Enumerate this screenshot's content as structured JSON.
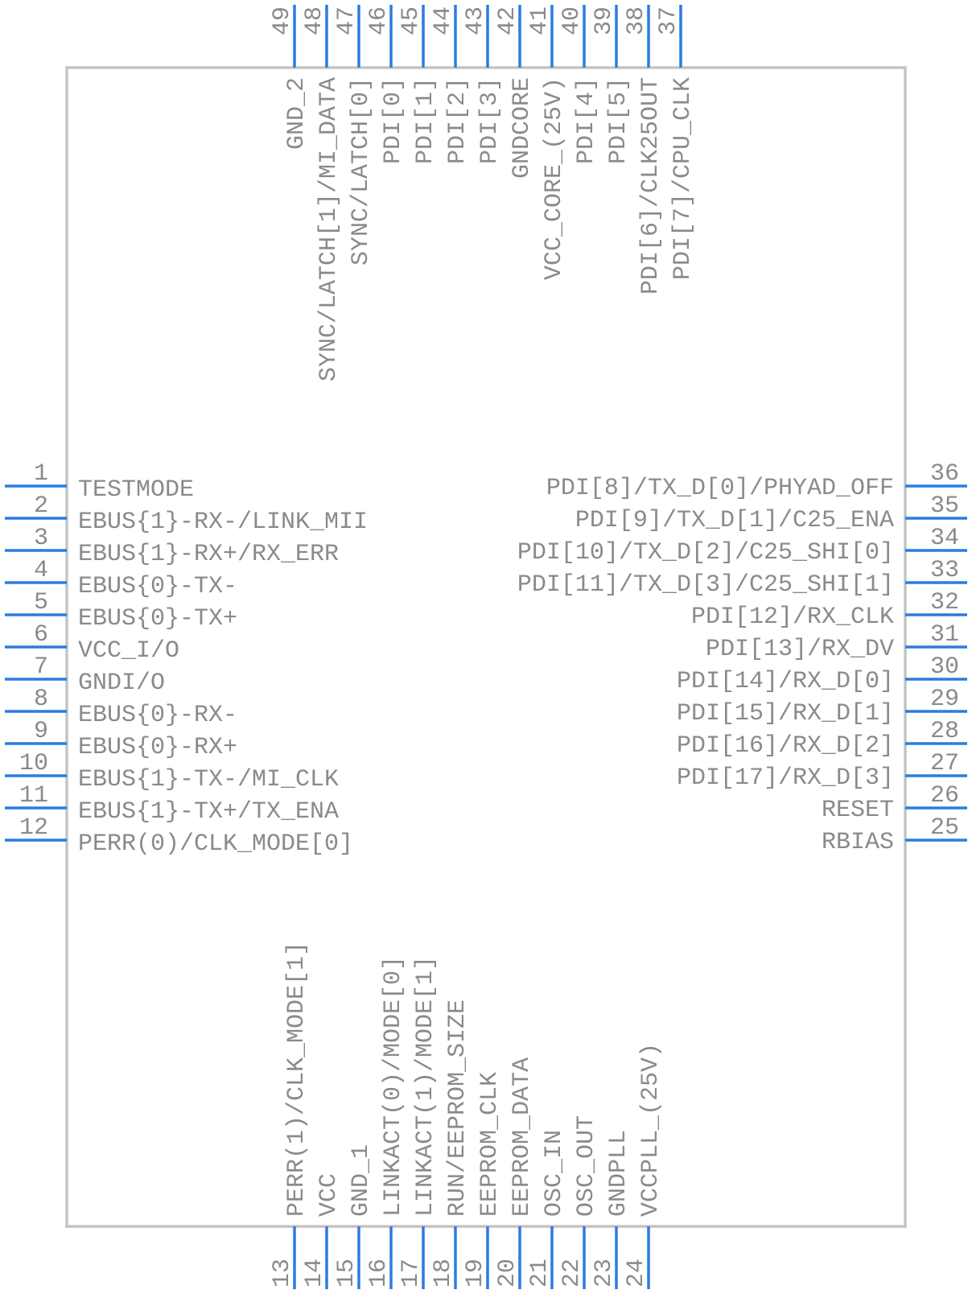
{
  "component": {
    "left_pins": [
      {
        "num": "1",
        "name": "TESTMODE"
      },
      {
        "num": "2",
        "name": "EBUS{1}-RX-/LINK_MII"
      },
      {
        "num": "3",
        "name": "EBUS{1}-RX+/RX_ERR"
      },
      {
        "num": "4",
        "name": "EBUS{0}-TX-"
      },
      {
        "num": "5",
        "name": "EBUS{0}-TX+"
      },
      {
        "num": "6",
        "name": "VCC_I/O"
      },
      {
        "num": "7",
        "name": "GNDI/O"
      },
      {
        "num": "8",
        "name": "EBUS{0}-RX-"
      },
      {
        "num": "9",
        "name": "EBUS{0}-RX+"
      },
      {
        "num": "10",
        "name": "EBUS{1}-TX-/MI_CLK"
      },
      {
        "num": "11",
        "name": "EBUS{1}-TX+/TX_ENA"
      },
      {
        "num": "12",
        "name": "PERR(0)/CLK_MODE[0]"
      }
    ],
    "right_pins": [
      {
        "num": "36",
        "name": "PDI[8]/TX_D[0]/PHYAD_OFF"
      },
      {
        "num": "35",
        "name": "PDI[9]/TX_D[1]/C25_ENA"
      },
      {
        "num": "34",
        "name": "PDI[10]/TX_D[2]/C25_SHI[0]"
      },
      {
        "num": "33",
        "name": "PDI[11]/TX_D[3]/C25_SHI[1]"
      },
      {
        "num": "32",
        "name": "PDI[12]/RX_CLK"
      },
      {
        "num": "31",
        "name": "PDI[13]/RX_DV"
      },
      {
        "num": "30",
        "name": "PDI[14]/RX_D[0]"
      },
      {
        "num": "29",
        "name": "PDI[15]/RX_D[1]"
      },
      {
        "num": "28",
        "name": "PDI[16]/RX_D[2]"
      },
      {
        "num": "27",
        "name": "PDI[17]/RX_D[3]"
      },
      {
        "num": "26",
        "name": "RESET"
      },
      {
        "num": "25",
        "name": "RBIAS"
      }
    ],
    "top_pins": [
      {
        "num": "49",
        "name": "GND_2"
      },
      {
        "num": "48",
        "name": "SYNC/LATCH[1]/MI_DATA"
      },
      {
        "num": "47",
        "name": "SYNC/LATCH[0]"
      },
      {
        "num": "46",
        "name": "PDI[0]"
      },
      {
        "num": "45",
        "name": "PDI[1]"
      },
      {
        "num": "44",
        "name": "PDI[2]"
      },
      {
        "num": "43",
        "name": "PDI[3]"
      },
      {
        "num": "42",
        "name": "GNDCORE"
      },
      {
        "num": "41",
        "name": "VCC_CORE_(25V)"
      },
      {
        "num": "40",
        "name": "PDI[4]"
      },
      {
        "num": "39",
        "name": "PDI[5]"
      },
      {
        "num": "38",
        "name": "PDI[6]/CLK25OUT"
      },
      {
        "num": "37",
        "name": "PDI[7]/CPU_CLK"
      }
    ],
    "bottom_pins": [
      {
        "num": "13",
        "name": "PERR(1)/CLK_MODE[1]"
      },
      {
        "num": "14",
        "name": "VCC"
      },
      {
        "num": "15",
        "name": "GND_1"
      },
      {
        "num": "16",
        "name": "LINKACT(0)/MODE[0]"
      },
      {
        "num": "17",
        "name": "LINKACT(1)/MODE[1]"
      },
      {
        "num": "18",
        "name": "RUN/EEPROM_SIZE"
      },
      {
        "num": "19",
        "name": "EEPROM_CLK"
      },
      {
        "num": "20",
        "name": "EEPROM_DATA"
      },
      {
        "num": "21",
        "name": "OSC_IN"
      },
      {
        "num": "22",
        "name": "OSC_OUT"
      },
      {
        "num": "23",
        "name": "GNDPLL"
      },
      {
        "num": "24",
        "name": "VCCPLL_(25V)"
      }
    ]
  },
  "colors": {
    "pin_line": "#2b7ce0",
    "body_outline": "#c4c4c4",
    "text": "#8a8a8a"
  }
}
